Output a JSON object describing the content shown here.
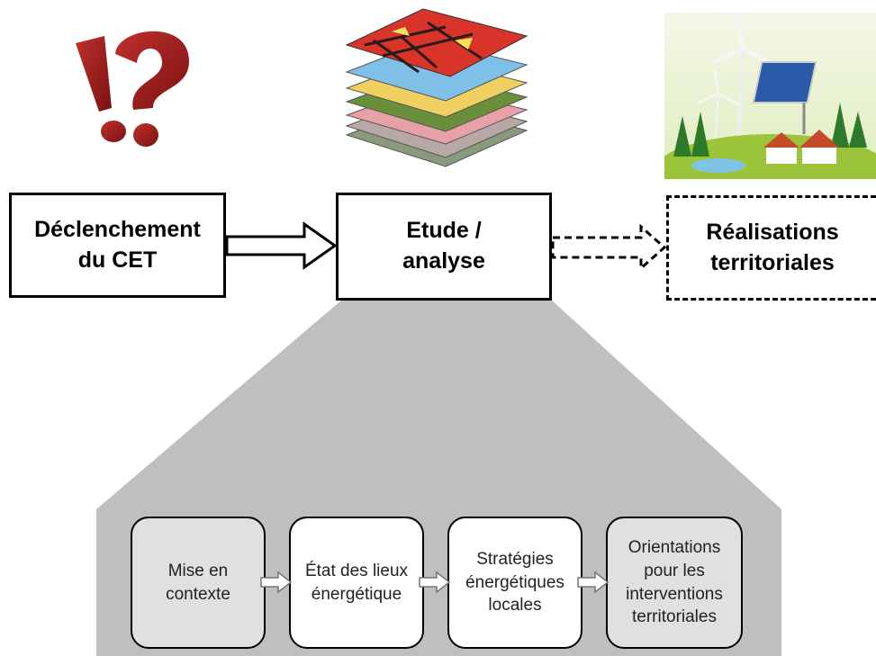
{
  "top_boxes": {
    "trigger": "Déclenchement\ndu CET",
    "study": "Etude /\nanalyse",
    "outcomes": "Réalisations\nterritoriales"
  },
  "steps": [
    {
      "label": "Mise en\ncontexte",
      "fill": "#e0e0e0"
    },
    {
      "label": "État des lieux\nénergétique",
      "fill": "#ffffff"
    },
    {
      "label": "Stratégies\nénergétiques\nlocales",
      "fill": "#ffffff"
    },
    {
      "label": "Orientations\npour les\ninterventions\nterritoriales",
      "fill": "#e0e0e0"
    }
  ],
  "colors": {
    "glyph_red": "#9b1c1c",
    "panel_gray": "#bfbfbf",
    "step_gray": "#e0e0e0"
  },
  "icons": [
    "exclamation-question-icon",
    "map-layers-icon",
    "renewable-energy-icon"
  ]
}
